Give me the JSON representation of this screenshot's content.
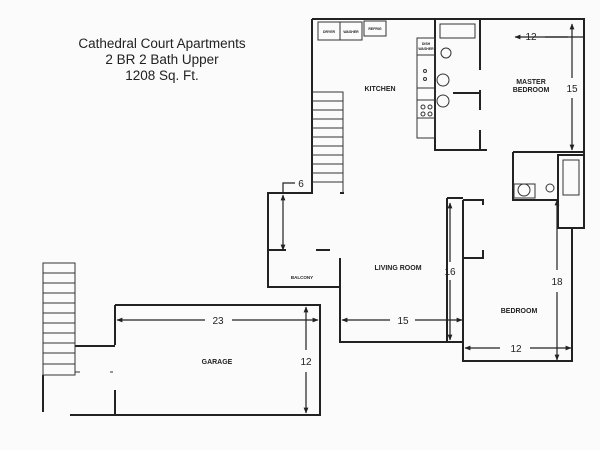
{
  "title": {
    "line1": "Cathedral Court Apartments",
    "line2": "2 BR 2 Bath Upper",
    "line3": "1208 Sq. Ft."
  },
  "rooms": {
    "kitchen": "KITCHEN",
    "master_bedroom_1": "MASTER",
    "master_bedroom_2": "BEDROOM",
    "living_room": "LIVING ROOM",
    "bedroom": "BEDROOM",
    "balcony": "BALCONY",
    "garage": "GARAGE"
  },
  "appliances": {
    "dryer": "DRYER",
    "washer": "WASHER",
    "refrig": "REFRIG",
    "dishwasher_1": "DISH",
    "dishwasher_2": "WASHER"
  },
  "dimensions": {
    "master_width": "12",
    "master_depth": "15",
    "balcony_depth": "6",
    "living_depth": "16",
    "living_width": "15",
    "bedroom_depth": "18",
    "bedroom_width": "12",
    "garage_width": "23",
    "garage_depth": "12"
  }
}
